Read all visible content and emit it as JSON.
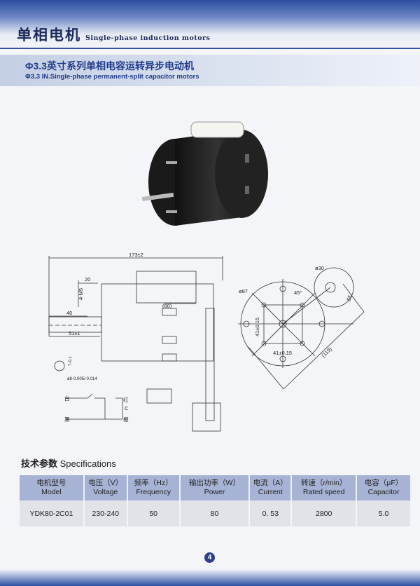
{
  "header": {
    "title_cn": "单相电机",
    "title_en": "Single-phase induction motors"
  },
  "section": {
    "title_cn": "Φ3.3英寸系列单相电容运转异步电动机",
    "title_en": "Φ3.3 IN.Single-phase permanent-split capacitor motors"
  },
  "drawing": {
    "overall_length": "173±2",
    "dim_20": "20",
    "thread": "4-M5",
    "dim_40": "40",
    "dim_51": "51±1",
    "dim_60": "(60)",
    "dim_7": "7-0.1",
    "shaft_dia": "ø8-0.005/-0.014",
    "wiring": {
      "white": "白",
      "black": "黑",
      "red": "红",
      "orange": "橙",
      "cap": "C"
    },
    "end_view": {
      "dia_87": "ø87",
      "dia_30": "ø30",
      "angle": "45°",
      "dim_41v": "41±0.15",
      "dim_41h": "41±0.15",
      "dim_119": "(119)",
      "dim_55": "55"
    }
  },
  "specs": {
    "title_cn": "技术参数",
    "title_en": "Specifications",
    "headers": [
      {
        "cn": "电机型号",
        "en": "Model"
      },
      {
        "cn": "电压（V）",
        "en": "Voltage"
      },
      {
        "cn": "频率（Hz）",
        "en": "Frequency"
      },
      {
        "cn": "输出功率（W）",
        "en": "Power"
      },
      {
        "cn": "电流（A）",
        "en": "Current"
      },
      {
        "cn": "转速（r/min）",
        "en": "Rated speed"
      },
      {
        "cn": "电容（μF）",
        "en": "Capacitor"
      }
    ],
    "rows": [
      [
        "YDK80-2C01",
        "230-240",
        "50",
        "80",
        "0. 53",
        "2800",
        "5.0"
      ]
    ]
  },
  "page_number": "4"
}
